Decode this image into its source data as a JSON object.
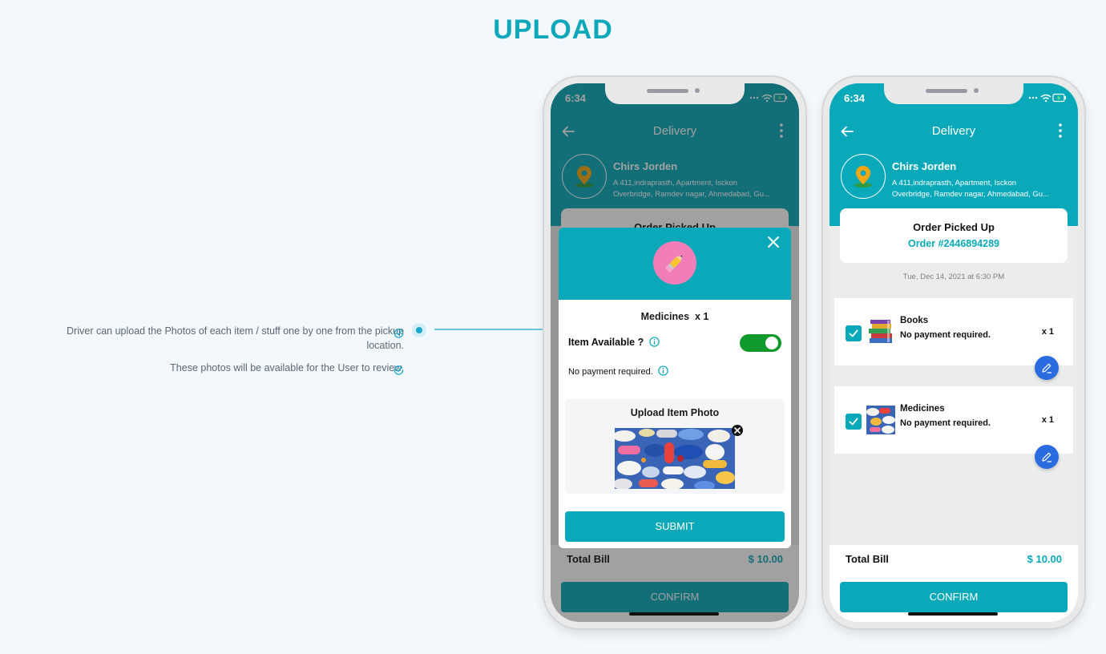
{
  "page": {
    "title": "UPLOAD"
  },
  "notes": [
    "Driver can upload the Photos of each item / stuff one by one from the pickup location.",
    "These photos will be available for the User to review."
  ],
  "status_bar": {
    "time": "6:34"
  },
  "app_bar": {
    "title": "Delivery"
  },
  "customer": {
    "name": "Chirs Jorden",
    "address_line1": "A 411,indraprasth, Apartment, Isckon",
    "address_line2": "Overbridge, Ramdev nagar, Ahmedabad, Gu..."
  },
  "order": {
    "status": "Order Picked Up",
    "number": "Order #2446894289",
    "date": "Tue, Dec 14, 2021 at 6:30 PM"
  },
  "items": [
    {
      "name": "Books",
      "payment": "No payment required.",
      "qty": "x 1"
    },
    {
      "name": "Medicines",
      "payment": "No payment required.",
      "qty": "x 1"
    }
  ],
  "modal": {
    "item_title": "Medicines  x 1",
    "available_label": "Item Available ?",
    "payment": "No payment required.",
    "upload_title": "Upload Item Photo",
    "submit_label": "SUBMIT",
    "available": true
  },
  "bill": {
    "label": "Total Bill",
    "value": "$ 10.00",
    "confirm_label": "CONFIRM"
  },
  "colors": {
    "brand": "#0aa9b9",
    "toggle_on": "#109a2b",
    "edit_button": "#2a6be0",
    "title": "#0ea8ba"
  }
}
